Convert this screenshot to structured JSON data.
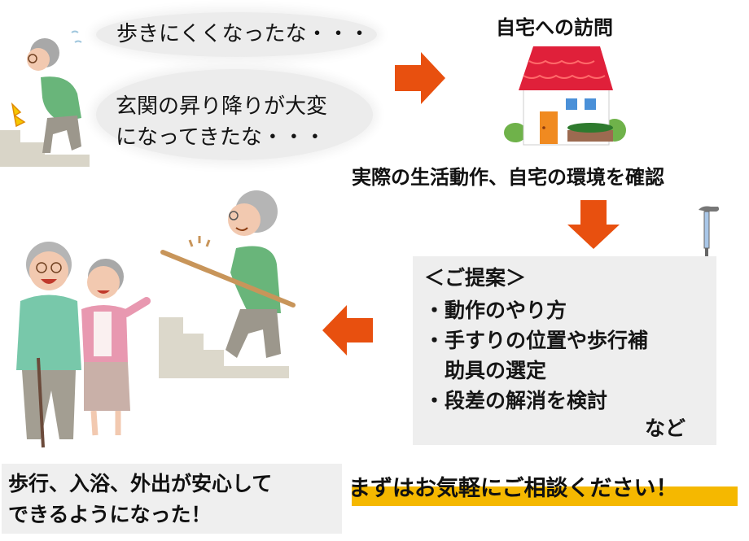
{
  "bubbles": [
    {
      "text": "歩きにくくなったな・・・"
    },
    {
      "lines": [
        "玄関の昇り降りが大変",
        "になってきたな・・・"
      ]
    }
  ],
  "visit": {
    "title": "自宅への訪問",
    "caption": "実際の生活動作、自宅の環境を確認"
  },
  "proposal": {
    "heading": "＜ご提案＞",
    "items": [
      "・動作のやり方",
      "・手すりの位置や歩行補",
      "　助具の選定",
      "・段差の解消を検討"
    ],
    "suffix": "など"
  },
  "result": {
    "lines": [
      "歩行、入浴、外出が安心して",
      "できるようになった！"
    ]
  },
  "cta": {
    "text": "まずはお気軽にご相談ください！"
  },
  "colors": {
    "arrow": "#e8500f",
    "roof": "#e0203a",
    "highlight": "#f5b800",
    "box_bg": "#eeeeee"
  },
  "icons": [
    "elderly-man-knee-pain-icon",
    "house-icon",
    "cane-icon",
    "elderly-man-handrail-stairs-icon",
    "elderly-couple-icon",
    "arrow-right-icon",
    "arrow-down-icon",
    "arrow-left-icon"
  ]
}
